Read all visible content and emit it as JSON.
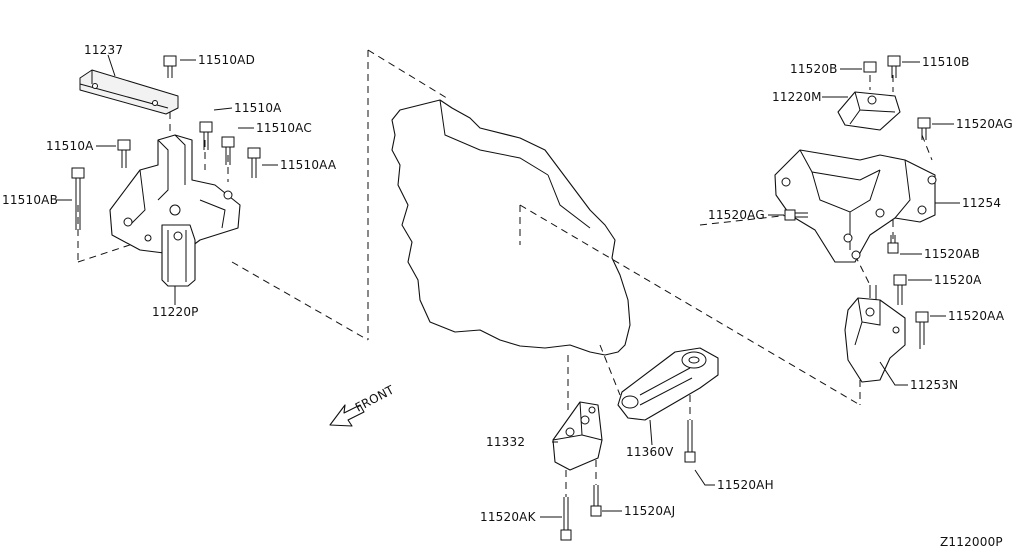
{
  "diagram": {
    "code": "Z112000P",
    "front_label": "FRONT",
    "labels": {
      "l11237": "11237",
      "l11510AD": "11510AD",
      "l11510A_top": "11510A",
      "l11510AC": "11510AC",
      "l11510A_left": "11510A",
      "l11510AA": "11510AA",
      "l11510AB": "11510AB",
      "l11220P": "11220P",
      "l11520B": "11520B",
      "l11510B": "11510B",
      "l11220M": "11220M",
      "l11520AG_top": "11520AG",
      "l11254": "11254",
      "l11520AG_left": "11520AG",
      "l11520AB": "11520AB",
      "l11520A": "11520A",
      "l11520AA": "11520AA",
      "l11253N": "11253N",
      "l11332": "11332",
      "l11360V": "11360V",
      "l11520AH": "11520AH",
      "l11520AK": "11520AK",
      "l11520AJ": "11520AJ"
    }
  }
}
